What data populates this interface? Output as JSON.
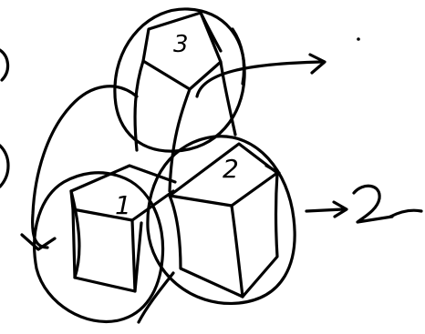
{
  "sketch": {
    "ink_color": "#000000",
    "background_color": "#ffffff",
    "labels": {
      "circle_top": "3",
      "circle_left": "1",
      "circle_right": "2",
      "output_value": "2"
    }
  }
}
